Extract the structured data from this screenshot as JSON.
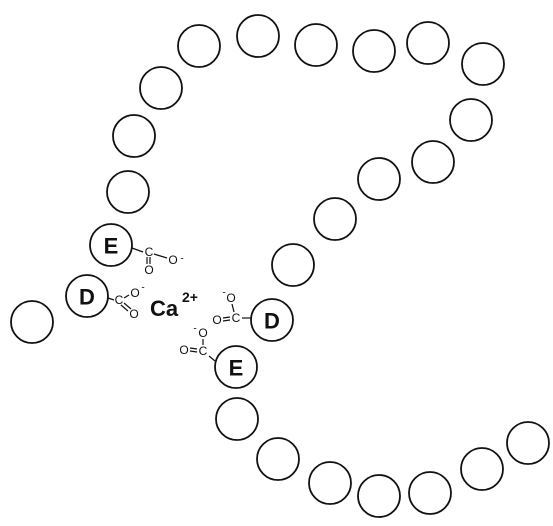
{
  "diagram": {
    "ion_label": "Ca",
    "ion_charge": "2+",
    "residues": [
      {
        "label": "E"
      },
      {
        "label": "D"
      },
      {
        "label": "D"
      },
      {
        "label": "E"
      }
    ],
    "carboxylate": {
      "carbon": "C",
      "oxygen": "O",
      "double_oxygen": "O",
      "charge": "-"
    }
  }
}
